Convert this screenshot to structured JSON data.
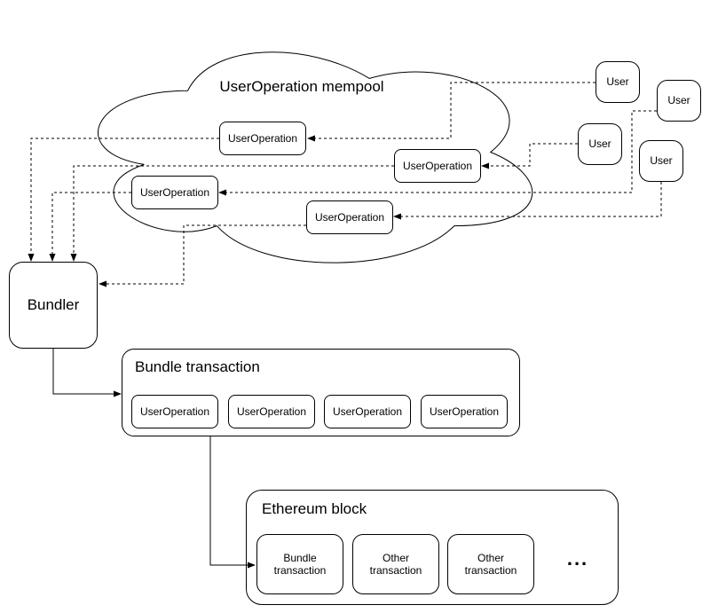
{
  "mempool": {
    "title": "UserOperation mempool",
    "operations": [
      {
        "label": "UserOperation"
      },
      {
        "label": "UserOperation"
      },
      {
        "label": "UserOperation"
      },
      {
        "label": "UserOperation"
      }
    ]
  },
  "users": [
    {
      "label": "User"
    },
    {
      "label": "User"
    },
    {
      "label": "User"
    },
    {
      "label": "User"
    }
  ],
  "bundler": {
    "label": "Bundler"
  },
  "bundle_transaction": {
    "title": "Bundle transaction",
    "operations": [
      {
        "label": "UserOperation"
      },
      {
        "label": "UserOperation"
      },
      {
        "label": "UserOperation"
      },
      {
        "label": "UserOperation"
      }
    ]
  },
  "ethereum_block": {
    "title": "Ethereum block",
    "transactions": [
      {
        "label": "Bundle transaction"
      },
      {
        "label": "Other transaction"
      },
      {
        "label": "Other transaction"
      }
    ],
    "ellipsis": "..."
  },
  "colors": {
    "stroke": "#000000",
    "background": "#ffffff"
  }
}
